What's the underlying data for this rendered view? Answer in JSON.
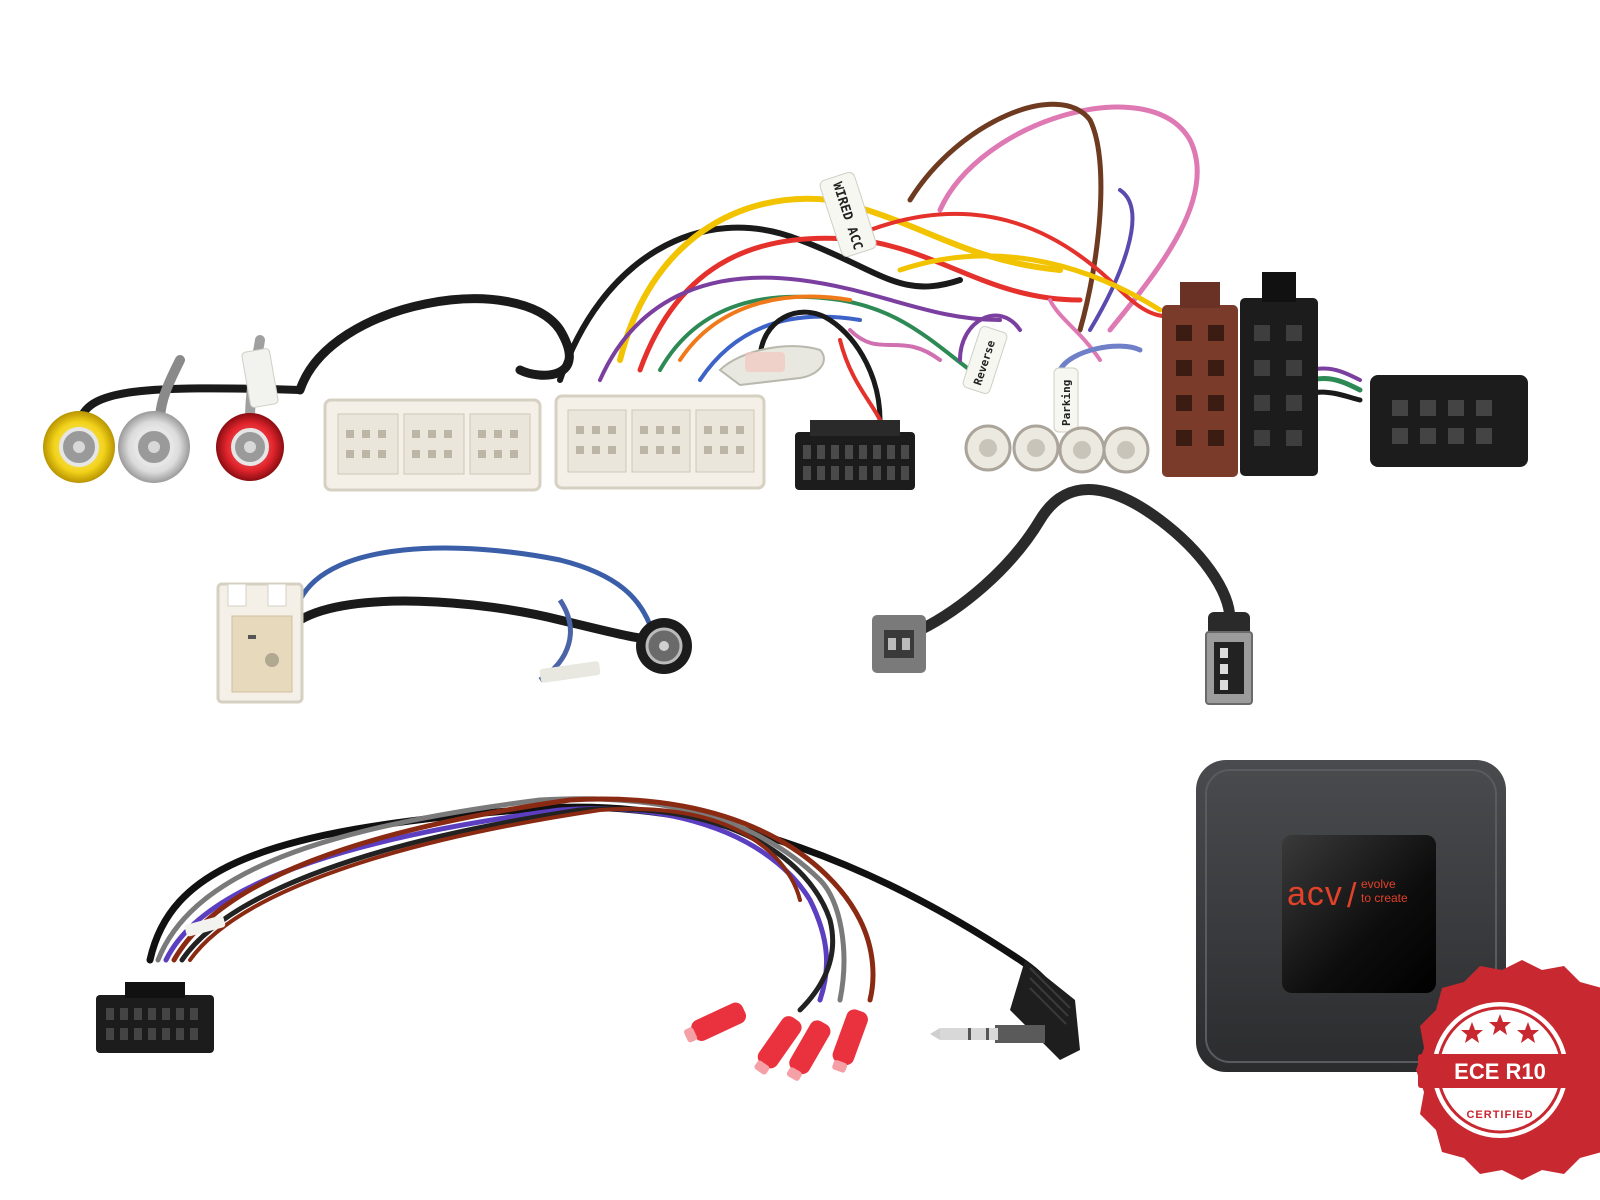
{
  "harness": {
    "label_wired_acc": "WIRED ACC",
    "label_reverse": "Reverse",
    "label_parking": "Parking"
  },
  "module": {
    "brand": "acv",
    "slash": "/",
    "tagline_1": "evolve",
    "tagline_2": "to create"
  },
  "badge": {
    "text": "ECE R10",
    "subtext": "CERTIFIED",
    "color": "#c8282f"
  },
  "colors": {
    "background": "#ffffff",
    "connector_white": "#f4f0e8",
    "connector_black": "#1c1c1c",
    "connector_brown": "#7a3b2a",
    "module_body": "#3a3b3e",
    "crimp_red": "#e8202e"
  }
}
